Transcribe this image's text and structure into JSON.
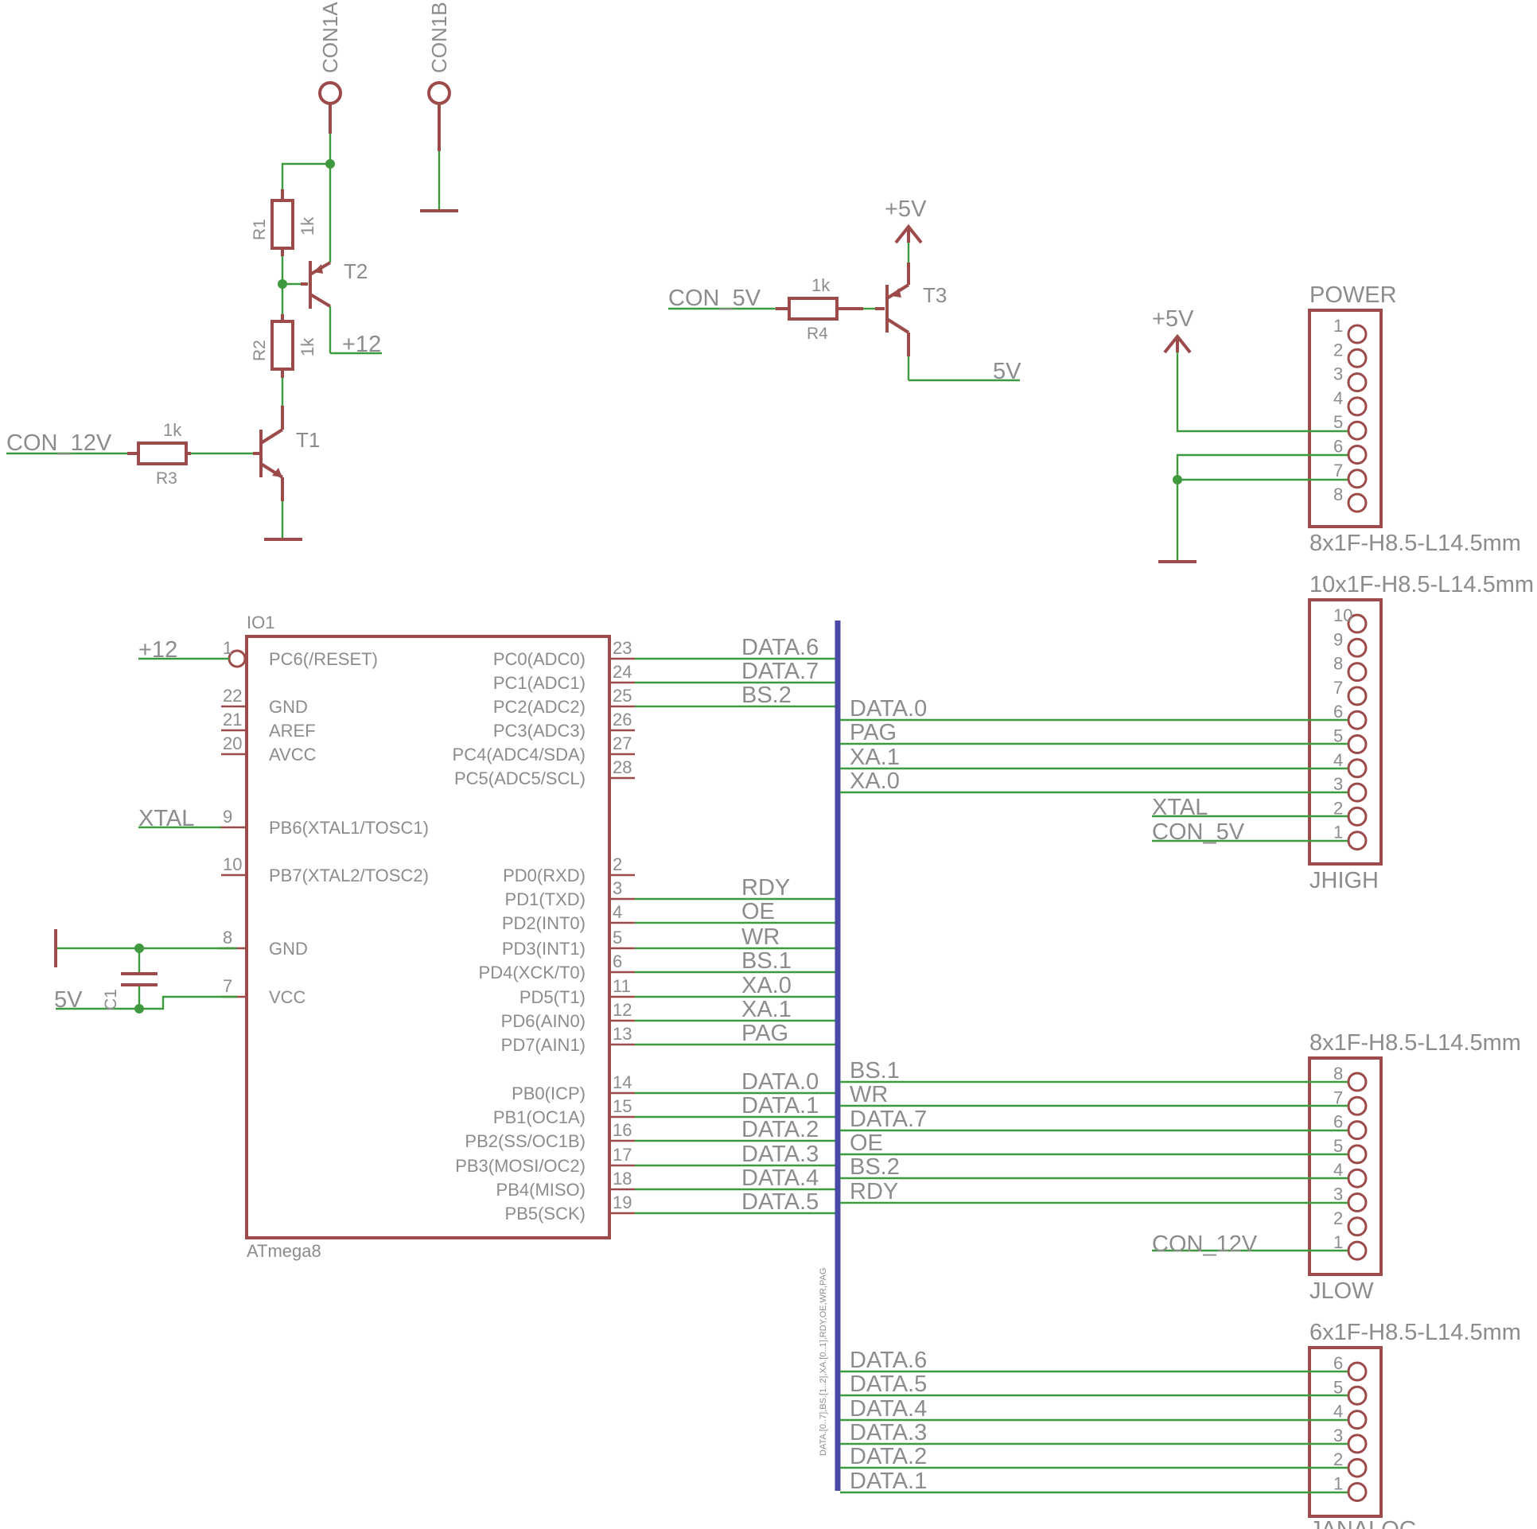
{
  "top": {
    "con1a": "CON1A",
    "con1b": "CON1B",
    "r1": {
      "name": "R1",
      "value": "1k"
    },
    "r2": {
      "name": "R2",
      "value": "1k"
    },
    "r3": {
      "name": "R3",
      "value": "1k"
    },
    "r4": {
      "name": "R4",
      "value": "1k"
    },
    "t1": "T1",
    "t2": "T2",
    "t3": "T3",
    "plus12": "+12",
    "con12v": "CON_12V",
    "con5v": "CON_5V",
    "plus5v_t3": "+5V",
    "net5v_t3": "5V",
    "plus5v_power": "+5V"
  },
  "power": {
    "label": "POWER",
    "package": "8x1F-H8.5-L14.5mm",
    "pins": [
      "1",
      "2",
      "3",
      "4",
      "5",
      "6",
      "7",
      "8"
    ]
  },
  "jhigh": {
    "package": "10x1F-H8.5-L14.5mm",
    "name": "JHIGH",
    "pins": [
      "10",
      "9",
      "8",
      "7",
      "6",
      "5",
      "4",
      "3",
      "2",
      "1"
    ],
    "nets": [
      "DATA.0",
      "PAG",
      "XA.1",
      "XA.0",
      "XTAL",
      "CON_5V"
    ]
  },
  "jlow": {
    "package": "8x1F-H8.5-L14.5mm",
    "name": "JLOW",
    "pins": [
      "8",
      "7",
      "6",
      "5",
      "4",
      "3",
      "2",
      "1"
    ],
    "nets": [
      "BS.1",
      "WR",
      "DATA.7",
      "OE",
      "BS.2",
      "RDY",
      "CON_12V"
    ]
  },
  "janalog": {
    "package": "6x1F-H8.5-L14.5mm",
    "name": "JANALOG",
    "pins": [
      "6",
      "5",
      "4",
      "3",
      "2",
      "1"
    ],
    "nets": [
      "DATA.6",
      "DATA.5",
      "DATA.4",
      "DATA.3",
      "DATA.2",
      "DATA.1"
    ]
  },
  "mcu": {
    "ref": "IO1",
    "part": "ATmega8",
    "left_pins": [
      {
        "num": "1",
        "name": "PC6(/RESET)",
        "net": "+12"
      },
      {
        "num": "22",
        "name": "GND",
        "net": ""
      },
      {
        "num": "21",
        "name": "AREF",
        "net": ""
      },
      {
        "num": "20",
        "name": "AVCC",
        "net": ""
      },
      {
        "num": "9",
        "name": "PB6(XTAL1/TOSC1)",
        "net": "XTAL"
      },
      {
        "num": "10",
        "name": "PB7(XTAL2/TOSC2)",
        "net": ""
      },
      {
        "num": "8",
        "name": "GND",
        "net": ""
      },
      {
        "num": "7",
        "name": "VCC",
        "net": "5V"
      }
    ],
    "right_pins": [
      {
        "num": "23",
        "name": "PC0(ADC0)",
        "net": "DATA.6"
      },
      {
        "num": "24",
        "name": "PC1(ADC1)",
        "net": "DATA.7"
      },
      {
        "num": "25",
        "name": "PC2(ADC2)",
        "net": "BS.2"
      },
      {
        "num": "26",
        "name": "PC3(ADC3)",
        "net": ""
      },
      {
        "num": "27",
        "name": "PC4(ADC4/SDA)",
        "net": ""
      },
      {
        "num": "28",
        "name": "PC5(ADC5/SCL)",
        "net": ""
      },
      {
        "num": "2",
        "name": "PD0(RXD)",
        "net": ""
      },
      {
        "num": "3",
        "name": "PD1(TXD)",
        "net": "RDY"
      },
      {
        "num": "4",
        "name": "PD2(INT0)",
        "net": "OE"
      },
      {
        "num": "5",
        "name": "PD3(INT1)",
        "net": "WR"
      },
      {
        "num": "6",
        "name": "PD4(XCK/T0)",
        "net": "BS.1"
      },
      {
        "num": "11",
        "name": "PD5(T1)",
        "net": "XA.0"
      },
      {
        "num": "12",
        "name": "PD6(AIN0)",
        "net": "XA.1"
      },
      {
        "num": "13",
        "name": "PD7(AIN1)",
        "net": "PAG"
      },
      {
        "num": "14",
        "name": "PB0(ICP)",
        "net": "DATA.0"
      },
      {
        "num": "15",
        "name": "PB1(OC1A)",
        "net": "DATA.1"
      },
      {
        "num": "16",
        "name": "PB2(SS/OC1B)",
        "net": "DATA.2"
      },
      {
        "num": "17",
        "name": "PB3(MOSI/OC2)",
        "net": "DATA.3"
      },
      {
        "num": "18",
        "name": "PB4(MISO)",
        "net": "DATA.4"
      },
      {
        "num": "19",
        "name": "PB5(SCK)",
        "net": "DATA.5"
      }
    ]
  },
  "cap": {
    "name": "C1",
    "net": "5V"
  },
  "bus_label": "DATA.[0..7],BS.[1..2],XA.[0..1],RDY,OE,WR,PAG"
}
